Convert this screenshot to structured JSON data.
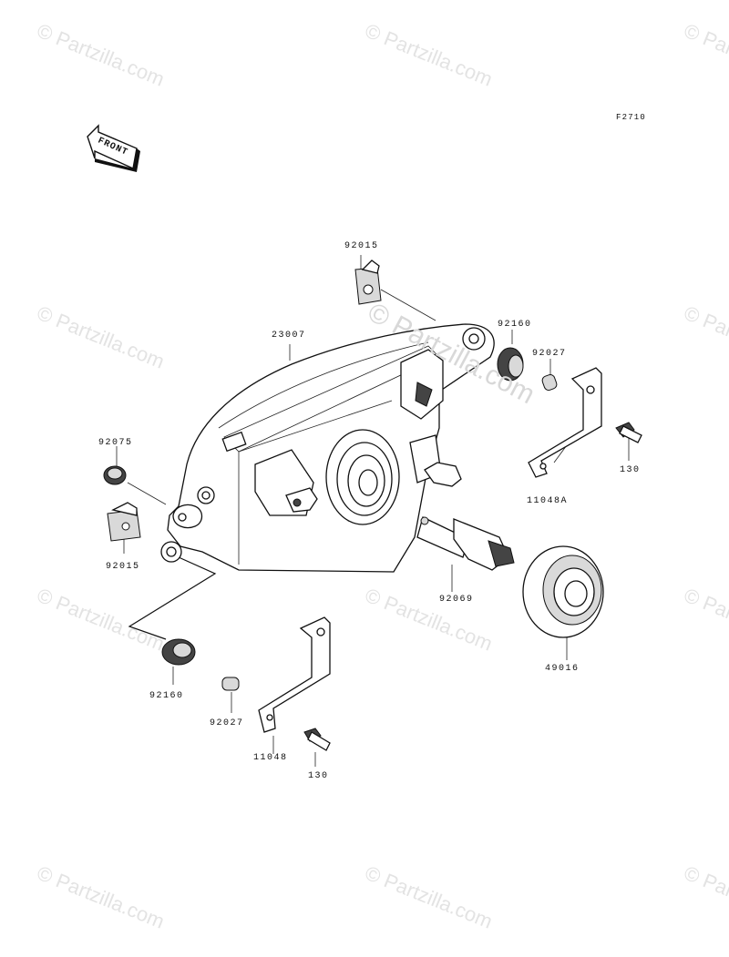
{
  "diagram": {
    "figure_code": "F2710",
    "front_arrow_text": "FRONT",
    "watermark": "© Partzilla.com",
    "watermark_center": "© Partzilla.com",
    "parts": {
      "p92015_top": "92015",
      "p92160_right": "92160",
      "p23007": "23007",
      "p92027_right": "92027",
      "p130_right": "130",
      "p11048A": "11048A",
      "p92075": "92075",
      "p92015_left": "92015",
      "p92069": "92069",
      "p49016": "49016",
      "p92160_left": "92160",
      "p92027_left": "92027",
      "p11048": "11048",
      "p130_left": "130"
    }
  }
}
